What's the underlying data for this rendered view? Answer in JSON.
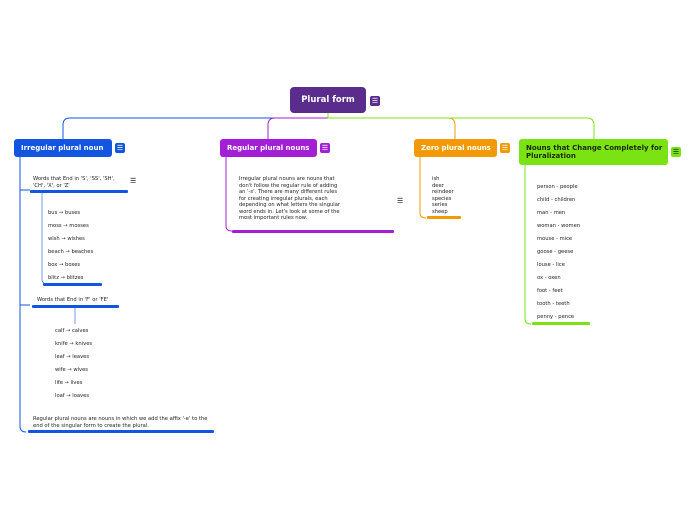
{
  "central": {
    "title": "Plural form"
  },
  "irregular": {
    "title": "Irregular plural noun",
    "group1": {
      "label": "Words that End in 'S', 'SS', 'SH', 'CH', 'X', or 'Z'",
      "items": [
        "bus → buses",
        "moss → mosses",
        "wish → wishes",
        "beach → beaches",
        "box → boxes",
        "blitz → blitzes"
      ]
    },
    "group2": {
      "label": "Words that End in 'F' or 'FE'",
      "items": [
        "calf → calves",
        "knife → knives",
        "leaf → leaves",
        "wife → wives",
        "life → lives",
        "loaf → loaves"
      ]
    },
    "note": "Regular plural nouns are nouns in which we add the affix '-e' to the end of the singular form to create the plural."
  },
  "regular": {
    "title": "Regular plural nouns",
    "note": "Irregular plural nouns are nouns that don't follow the regular rule of adding an '-s'. There are many different rules for creating irregular plurals, each depending on what letters the singular word ends in. Let's look at some of the most important rules now."
  },
  "zero": {
    "title": "Zero plural nouns",
    "items": [
      "ish",
      "deer",
      "reindeer",
      "species",
      "series",
      "sheep"
    ]
  },
  "change": {
    "title": "Nouns that Change Completely for Pluralization",
    "items": [
      "person - people",
      "child - children",
      "man - men",
      "woman - women",
      "mouse - mice",
      "goose - geese",
      "louse - lice",
      "ox - oxen",
      "foot - feet",
      "tooth - teeth",
      "penny - pence"
    ]
  },
  "icons": {
    "menu": "menu-icon"
  },
  "colors": {
    "central": "#5a2d8c",
    "irregular": "#1155e0",
    "regular": "#a31fd6",
    "zero": "#f29a05",
    "change": "#7be314"
  }
}
